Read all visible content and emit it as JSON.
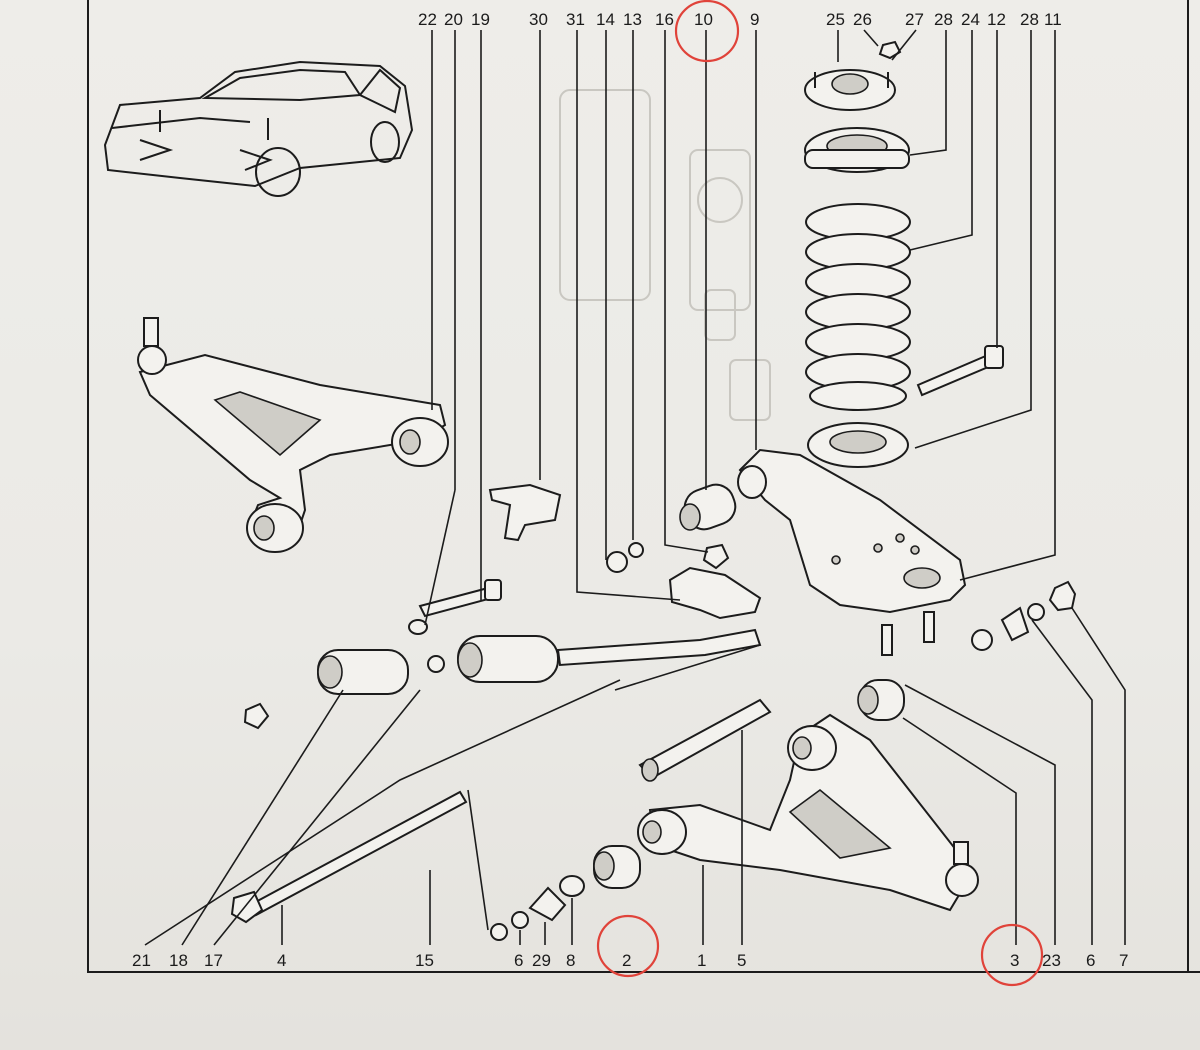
{
  "callouts_top": [
    {
      "id": "lbl-22",
      "text": "22"
    },
    {
      "id": "lbl-20",
      "text": "20"
    },
    {
      "id": "lbl-19",
      "text": "19"
    },
    {
      "id": "lbl-30",
      "text": "30"
    },
    {
      "id": "lbl-31",
      "text": "31"
    },
    {
      "id": "lbl-14",
      "text": "14"
    },
    {
      "id": "lbl-13",
      "text": "13"
    },
    {
      "id": "lbl-16",
      "text": "16"
    },
    {
      "id": "lbl-10",
      "text": "10"
    },
    {
      "id": "lbl-9",
      "text": "9"
    },
    {
      "id": "lbl-25",
      "text": "25"
    },
    {
      "id": "lbl-26",
      "text": "26"
    },
    {
      "id": "lbl-27",
      "text": "27"
    },
    {
      "id": "lbl-28a",
      "text": "28"
    },
    {
      "id": "lbl-24",
      "text": "24"
    },
    {
      "id": "lbl-12",
      "text": "12"
    },
    {
      "id": "lbl-28b",
      "text": "28"
    },
    {
      "id": "lbl-11",
      "text": "11"
    }
  ],
  "callouts_bottom": [
    {
      "id": "lbl-21",
      "text": "21"
    },
    {
      "id": "lbl-18",
      "text": "18"
    },
    {
      "id": "lbl-17",
      "text": "17"
    },
    {
      "id": "lbl-4",
      "text": "4"
    },
    {
      "id": "lbl-15",
      "text": "15"
    },
    {
      "id": "lbl-6a",
      "text": "6"
    },
    {
      "id": "lbl-29",
      "text": "29"
    },
    {
      "id": "lbl-8",
      "text": "8"
    },
    {
      "id": "lbl-2",
      "text": "2"
    },
    {
      "id": "lbl-1",
      "text": "1"
    },
    {
      "id": "lbl-5",
      "text": "5"
    },
    {
      "id": "lbl-3",
      "text": "3"
    },
    {
      "id": "lbl-23",
      "text": "23"
    },
    {
      "id": "lbl-6b",
      "text": "6"
    },
    {
      "id": "lbl-7",
      "text": "7"
    }
  ],
  "highlighted_parts": [
    "10",
    "2",
    "3"
  ],
  "colors": {
    "ink": "#1c1c1c",
    "paper": "#eeede9",
    "highlight": "#e0433a"
  }
}
